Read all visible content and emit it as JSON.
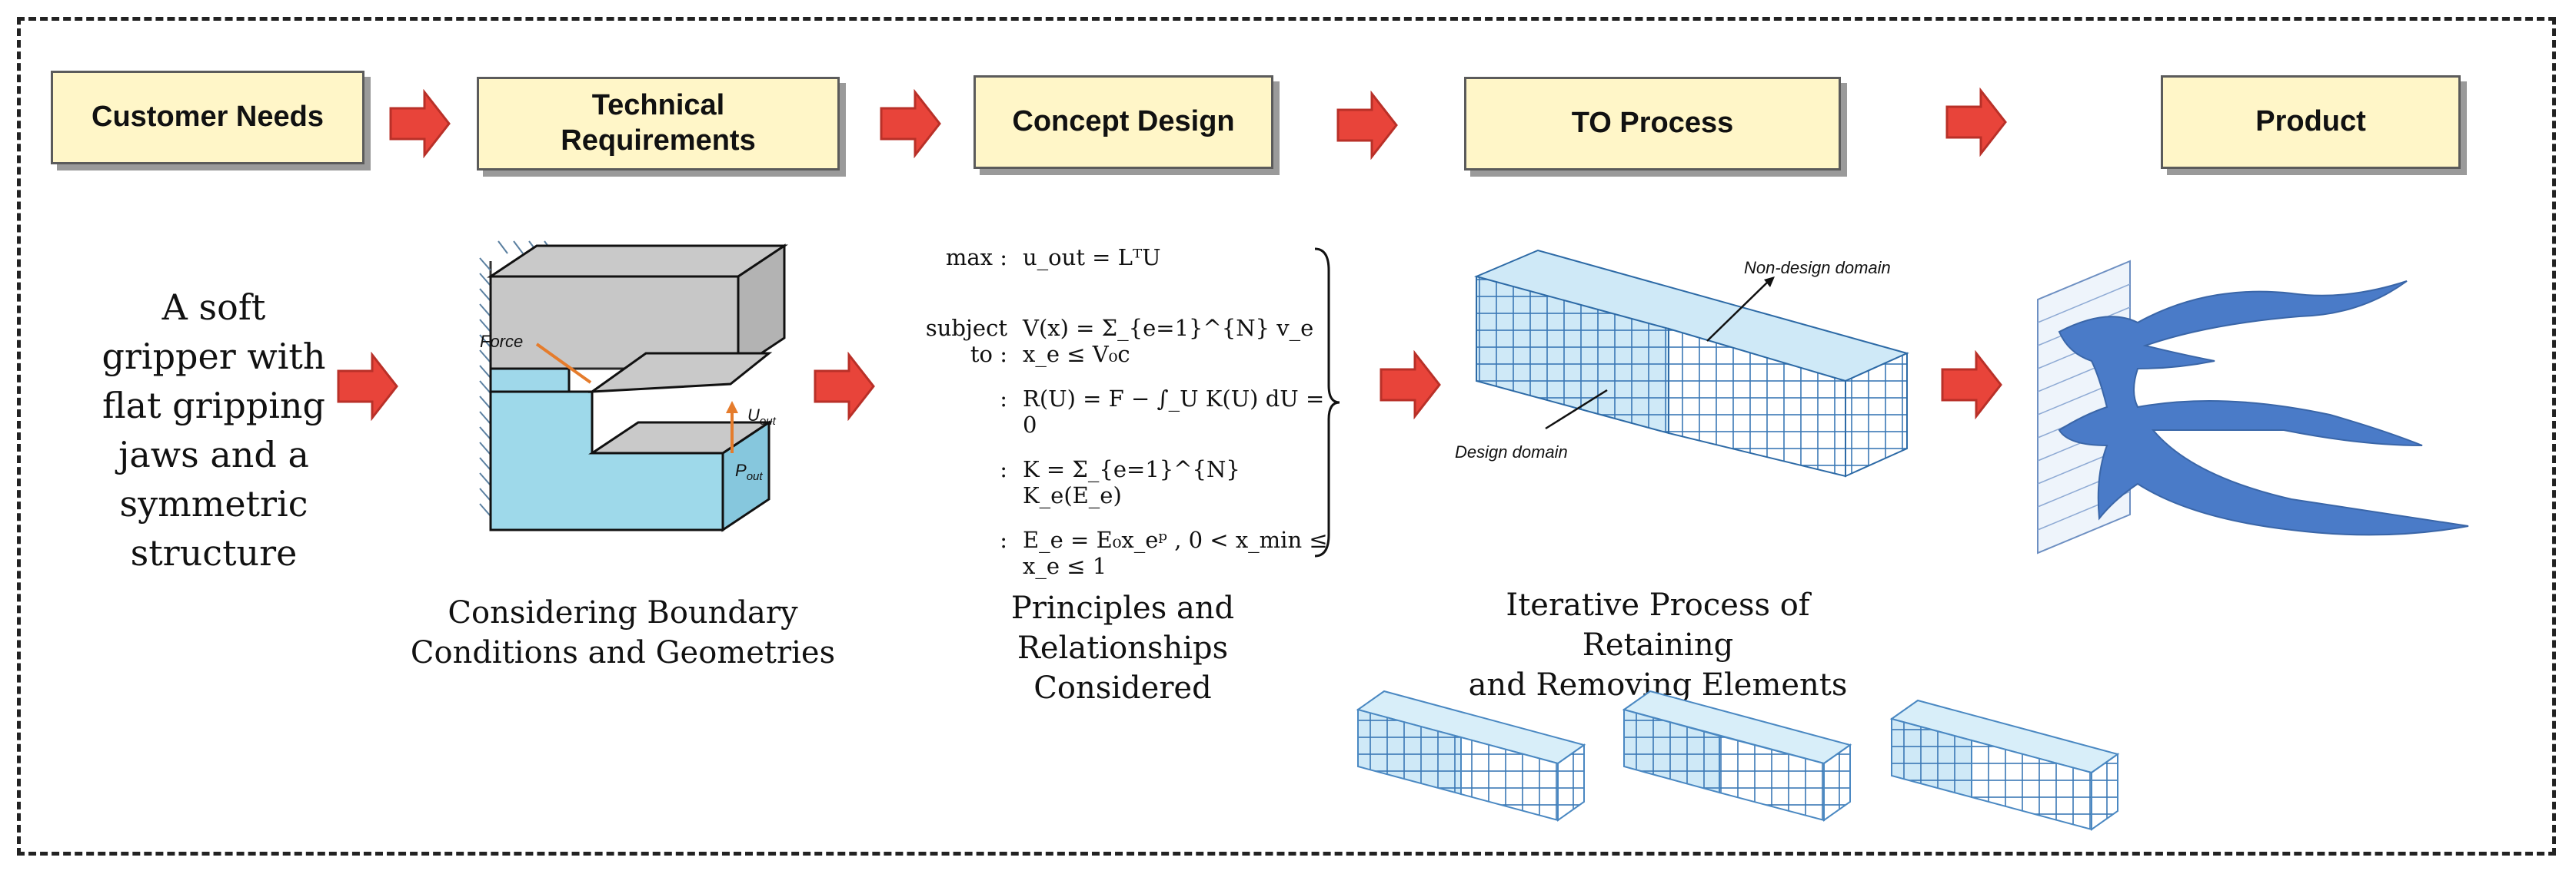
{
  "stages": [
    {
      "label": "Customer Needs"
    },
    {
      "label": "Technical\nRequirements"
    },
    {
      "label": "Concept Design"
    },
    {
      "label": "TO Process"
    },
    {
      "label": "Product"
    }
  ],
  "customer_need": "A soft\ngripper with\nflat gripping\njaws and a\nsymmetric\nstructure",
  "technical": {
    "caption": "Considering Boundary\nConditions and Geometries",
    "force_label": "Force",
    "u_out_label": "U",
    "u_out_sub": "out",
    "p_out_label": "P",
    "p_out_sub": "out"
  },
  "concept": {
    "caption": "Principles and Relationships\nConsidered",
    "rows": [
      {
        "label": "max :",
        "eq": "u_out = LᵀU"
      },
      {
        "label": "subject to :",
        "eq": "V(x) = Σ_{e=1}^{N} v_e x_e ≤ V₀c"
      },
      {
        "label": ":",
        "eq": "R(U) = F − ∫_U K(U) dU = 0"
      },
      {
        "label": ":",
        "eq": "K = Σ_{e=1}^{N} K_e(E_e)"
      },
      {
        "label": ":",
        "eq": "E_e = E₀x_eᵖ , 0 < x_min ≤ x_e ≤ 1"
      }
    ]
  },
  "to_process": {
    "caption": "Iterative Process of Retaining\nand Removing Elements",
    "non_design_label": "Non-design domain",
    "design_label": "Design domain"
  },
  "colors": {
    "stage_fill": "#fff6c8",
    "arrow_fill": "#e8443a",
    "mesh_blue": "#cfe9f7",
    "product_blue": "#4a7bc8"
  }
}
